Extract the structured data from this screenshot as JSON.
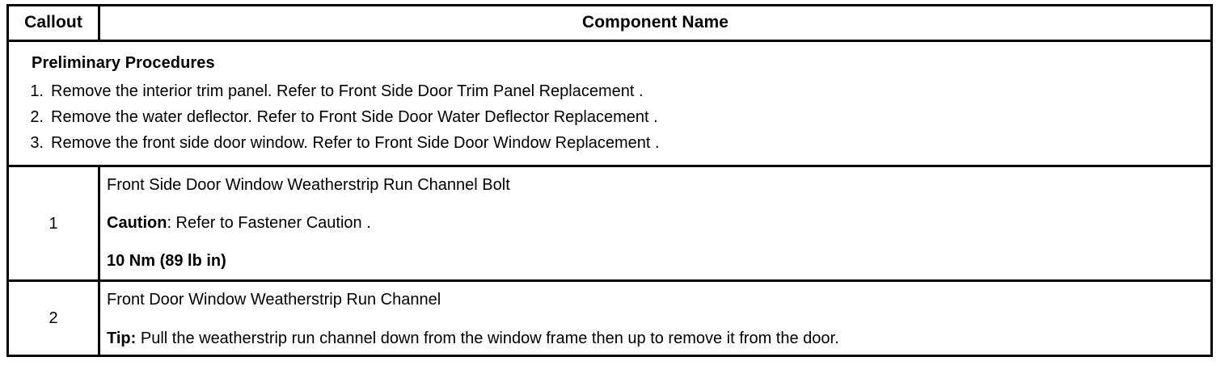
{
  "table": {
    "headers": {
      "callout": "Callout",
      "component_name": "Component Name"
    },
    "preliminary": {
      "title": "Preliminary Procedures",
      "steps": [
        {
          "num": "1.",
          "text": "Remove the interior trim panel. Refer to Front Side Door Trim Panel Replacement ."
        },
        {
          "num": "2.",
          "text": "Remove the water deflector. Refer to Front Side Door Water Deflector Replacement ."
        },
        {
          "num": "3.",
          "text": "Remove the front side door window. Refer to Front Side Door Window Replacement ."
        }
      ]
    },
    "rows": [
      {
        "callout": "1",
        "name": "Front Side Door Window Weatherstrip Run Channel Bolt",
        "caution_label": "Caution",
        "caution_text": ": Refer to Fastener Caution .",
        "torque": "10 Nm (89 lb in)"
      },
      {
        "callout": "2",
        "name": "Front Door Window Weatherstrip Run Channel",
        "tip_label": "Tip:",
        "tip_text": " Pull the weatherstrip run channel down from the window frame then up to remove it from the door."
      }
    ]
  },
  "colors": {
    "border": "#000000",
    "text": "#000000",
    "background": "#ffffff"
  }
}
